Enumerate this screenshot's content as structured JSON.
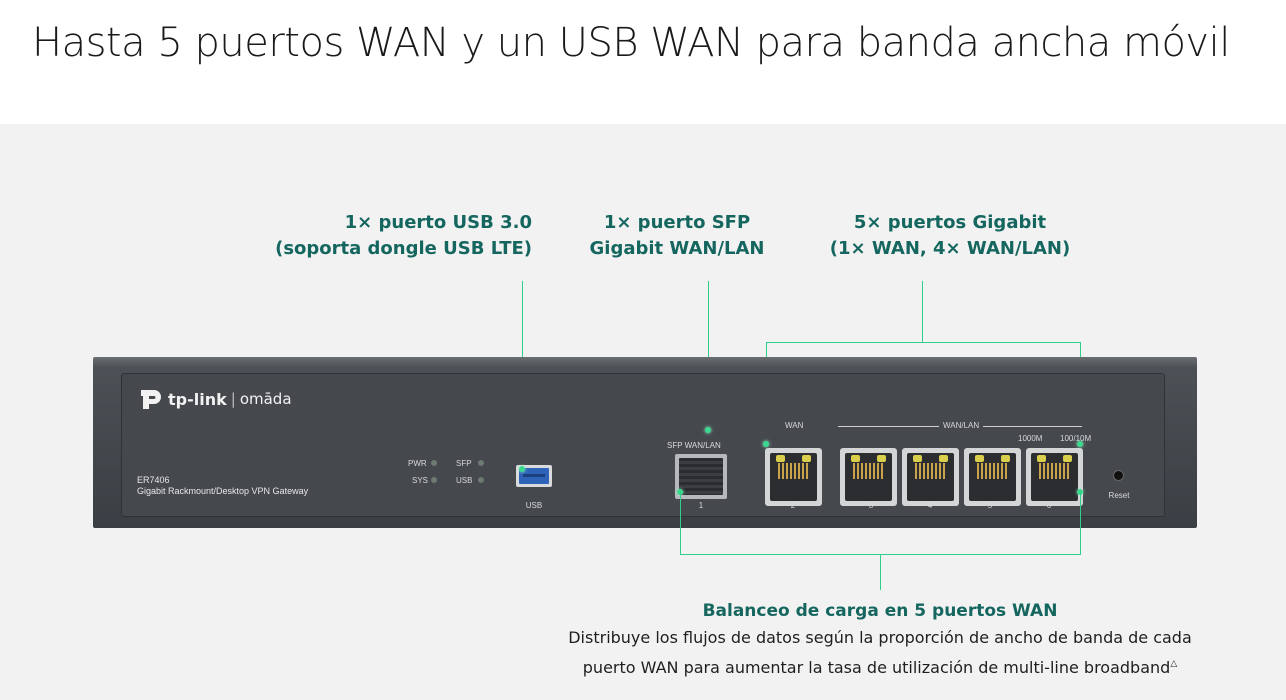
{
  "headline": "Hasta 5 puertos WAN y un USB WAN para banda ancha móvil",
  "callouts": {
    "usb": [
      "1× puerto USB 3.0",
      "(soporta dongle USB LTE)"
    ],
    "sfp": [
      "1× puerto SFP",
      "Gigabit WAN/LAN"
    ],
    "gigabit": [
      "5× puertos Gigabit",
      "(1× WAN, 4× WAN/LAN)"
    ]
  },
  "device": {
    "brand": "tp-link",
    "sub_brand": "omāda",
    "model": "ER7406",
    "model_desc": "Gigabit Rackmount/Desktop VPN Gateway",
    "leds": [
      "PWR",
      "SFP",
      "SYS",
      "USB"
    ],
    "usb_label": "USB",
    "sfp_label": "SFP WAN/LAN",
    "wan_label": "WAN",
    "wanlan_label": "WAN/LAN",
    "speed_1000": "1000M",
    "speed_100": "100/10M",
    "port_numbers": [
      "1",
      "2",
      "3",
      "4",
      "5",
      "6"
    ],
    "reset_label": "Reset"
  },
  "bottom": {
    "title": "Balanceo de carga en 5 puertos WAN",
    "desc_line1": "Distribuye los flujos de datos según la proporción de ancho de banda de cada",
    "desc_line2": "puerto WAN para aumentar la tasa de utilización de multi-line broadband",
    "footnote": "△"
  },
  "colors": {
    "accent_text": "#14665f",
    "callout_line": "#2ecf8a",
    "background": "#f2f2f2",
    "device_body": "#45494e"
  }
}
